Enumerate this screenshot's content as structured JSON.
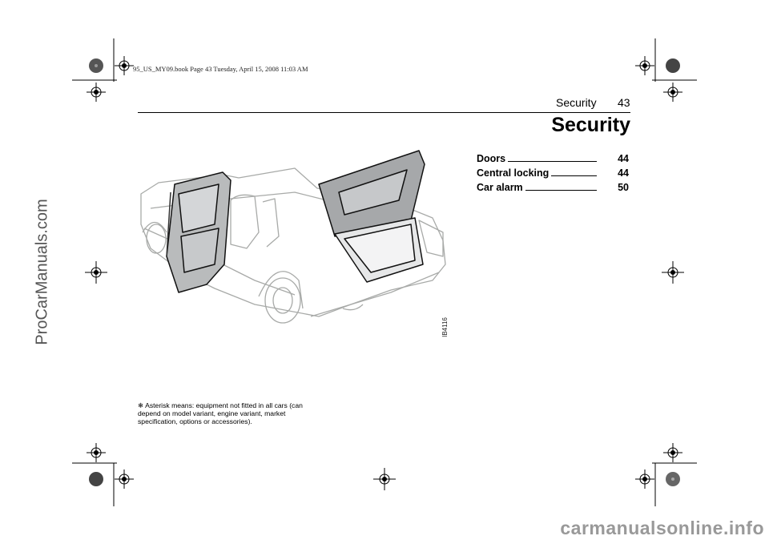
{
  "print_mark": "95_US_MY09.book  Page 43  Tuesday, April 15, 2008  11:03 AM",
  "header": {
    "section": "Security",
    "page_number": "43"
  },
  "title": "Security",
  "toc": [
    {
      "label": "Doors",
      "page": "44"
    },
    {
      "label": "Central locking",
      "page": "44"
    },
    {
      "label": "Car alarm",
      "page": "50"
    }
  ],
  "figure": {
    "code": "IB4116"
  },
  "note": {
    "symbol": "❄",
    "text": "Asterisk means: equipment not fitted in all cars (can depend on model variant, engine variant, market specification, options or accessories)."
  },
  "watermarks": {
    "side": "ProCarManuals.com",
    "footer": "carmanualsonline.info"
  }
}
